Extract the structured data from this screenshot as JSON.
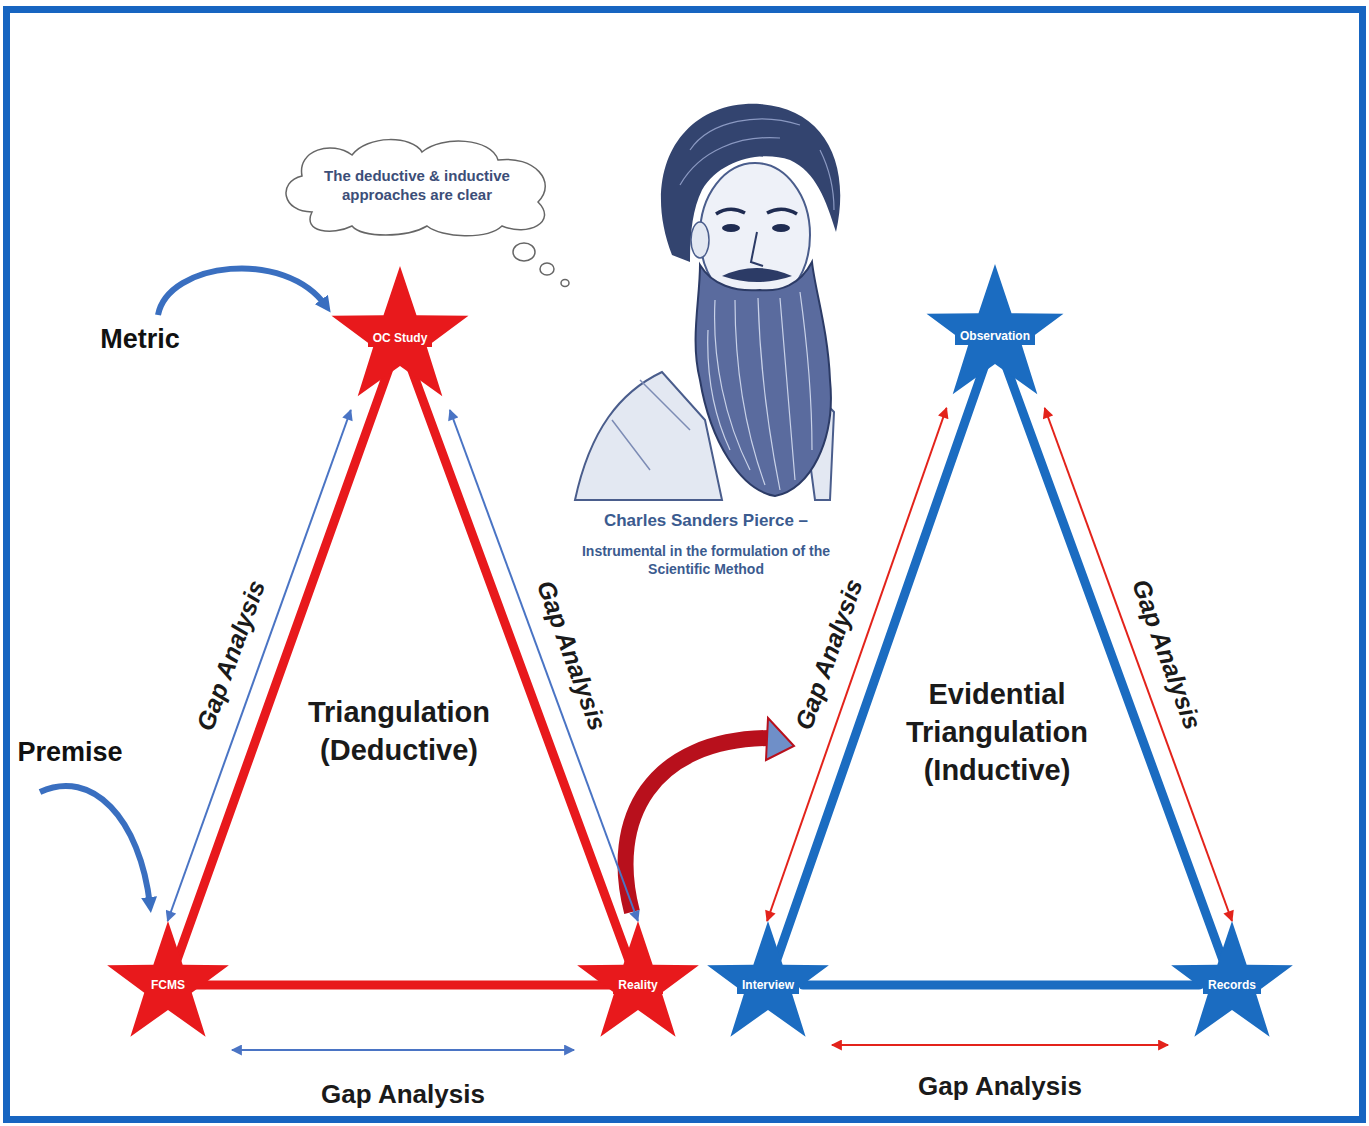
{
  "diagram": {
    "nodes": [
      {
        "text": [
          "The deductive & inductive approaches are clear"
        ]
      },
      {
        "text": [
          "OC Study"
        ]
      },
      {
        "text": [
          "Observation"
        ]
      },
      {
        "text": [
          "FCMS"
        ]
      },
      {
        "text": [
          "Reality"
        ]
      },
      {
        "text": [
          "Interview"
        ]
      },
      {
        "text": [
          "Records"
        ]
      }
    ],
    "edges": [
      {
        "from": 3,
        "to": 1,
        "arrow": "none"
      },
      {
        "from": 1,
        "to": 4,
        "arrow": "none"
      },
      {
        "from": 3,
        "to": 4,
        "arrow": "none"
      },
      {
        "from": 3,
        "to": 1,
        "label": "Gap Analysis",
        "arrow": "both"
      },
      {
        "from": 1,
        "to": 4,
        "label": "Gap Analysis",
        "arrow": "both"
      },
      {
        "from": 3,
        "to": 4,
        "label": "Gap Analysis",
        "arrow": "both"
      },
      {
        "from": 5,
        "to": 2,
        "arrow": "none"
      },
      {
        "from": 2,
        "to": 6,
        "arrow": "none"
      },
      {
        "from": 5,
        "to": 6,
        "arrow": "none"
      },
      {
        "from": 5,
        "to": 2,
        "label": "Gap Analysis",
        "arrow": "both"
      },
      {
        "from": 2,
        "to": 6,
        "label": "Gap Analysis",
        "arrow": "both"
      },
      {
        "from": 5,
        "to": 6,
        "label": "Gap Analysis",
        "arrow": "both"
      }
    ],
    "labels": [
      "Metric",
      "Premise",
      "Triangulation (Deductive)",
      "Charles Sanders Pierce –",
      "Instrumental in the formulation of the Scientific Method",
      "Evidential Triangulation (Inductive)"
    ]
  }
}
